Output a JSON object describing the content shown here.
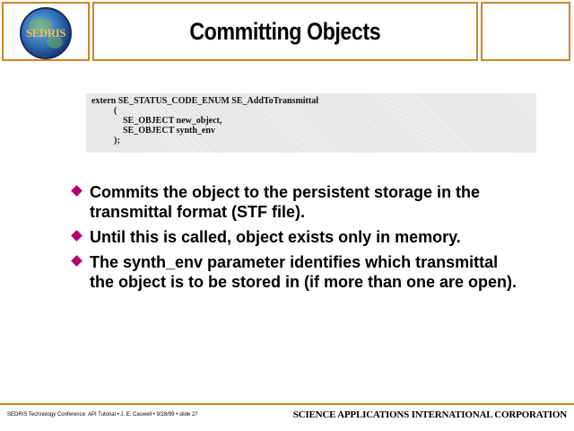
{
  "header": {
    "title": "Committing Objects",
    "logo_text": "SEDRIS"
  },
  "code": {
    "lines": [
      "extern SE_STATUS_CODE_ENUM SE_AddToTransmittal",
      "          (",
      "              SE_OBJECT new_object,",
      "              SE_OBJECT synth_env",
      "          );"
    ]
  },
  "bullets": [
    "Commits the object to the persistent storage in the transmittal format (STF file).",
    "Until this is called, object exists only in memory.",
    "The synth_env parameter identifies which transmittal the object is to be stored in (if more than one are open)."
  ],
  "footer": {
    "left": "SEDRIS Technology Conference: API Tutorial • J. E. Caswell • 9/28/99 • slide 27",
    "right": "SCIENCE APPLICATIONS INTERNATIONAL CORPORATION"
  },
  "colors": {
    "border": "#c8872a",
    "bullet": "#b5006b"
  },
  "icons": {
    "logo": "sedris-globe-logo",
    "bullet": "diamond-bullet-icon"
  }
}
